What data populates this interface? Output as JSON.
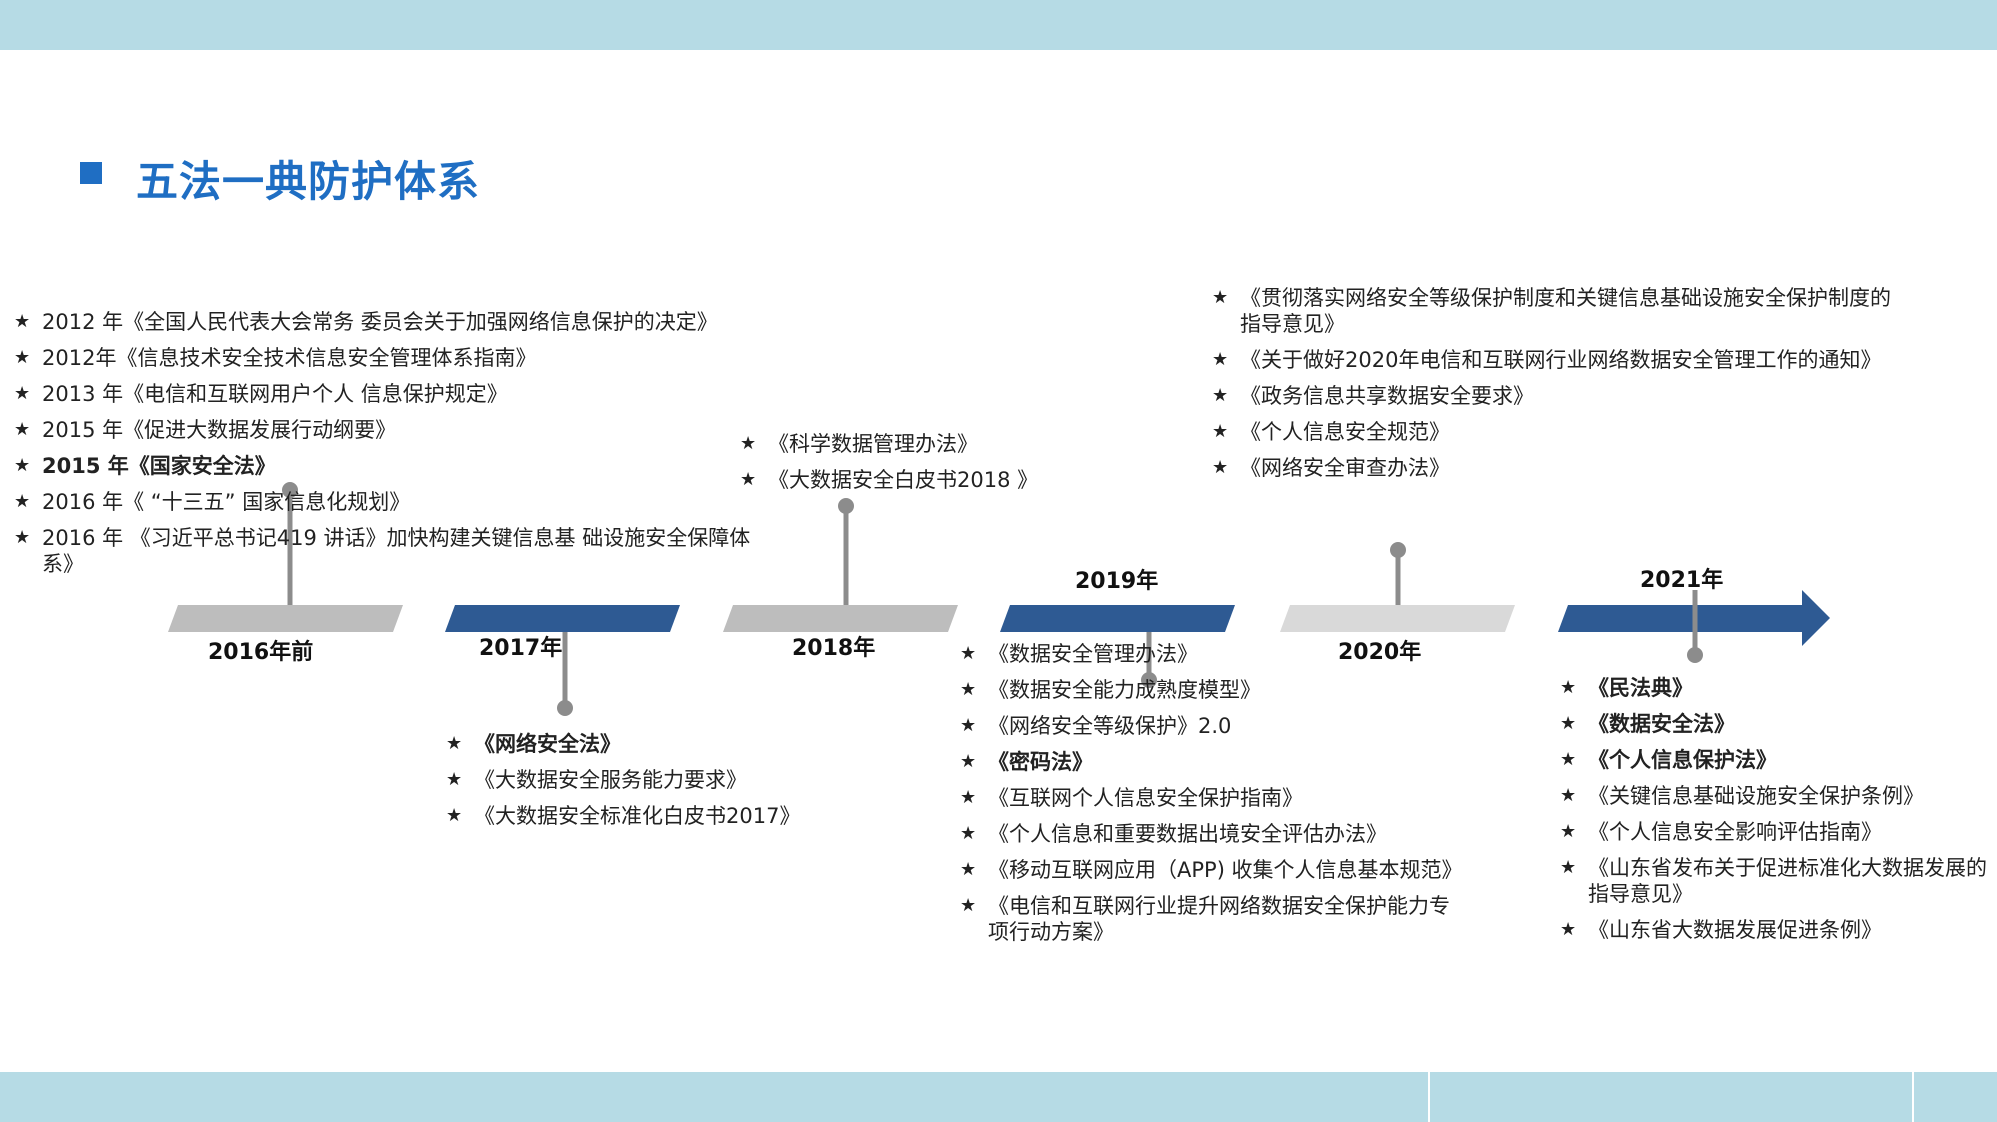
{
  "title": "五法一典防护体系",
  "colors": {
    "band": "#b6dbe5",
    "title": "#1f6ec3",
    "segment_gray": "#bdbdbd",
    "segment_light": "#d9d9d9",
    "segment_blue": "#2e5a93",
    "pin": "#8c8c8c"
  },
  "periods": [
    {
      "label": "2016年前"
    },
    {
      "label": "2017年"
    },
    {
      "label": "2018年"
    },
    {
      "label": "2019年"
    },
    {
      "label": "2020年"
    },
    {
      "label": "2021年"
    }
  ],
  "lists": {
    "pre2016": [
      "2012 年《全国人民代表大会常务 委员会关于加强网络信息保护的决定》",
      "2012年《信息技术安全技术信息安全管理体系指南》",
      "2013 年《电信和互联网用户个人 信息保护规定》",
      "2015 年《促进大数据发展行动纲要》",
      "2015 年《国家安全法》",
      "2016 年《 “十三五” 国家信息化规划》",
      "2016 年 《习近平总书记419 讲话》加快构建关键信息基 础设施安全保障体系》"
    ],
    "y2017": [
      "《网络安全法》",
      "《大数据安全服务能力要求》",
      "《大数据安全标准化白皮书2017》"
    ],
    "y2018": [
      "《科学数据管理办法》",
      "《大数据安全白皮书2018 》"
    ],
    "y2019": [
      "《数据安全管理办法》",
      "《数据安全能力成熟度模型》",
      "《网络安全等级保护》2.0",
      "《密码法》",
      "《互联网个人信息安全保护指南》",
      "《个人信息和重要数据出境安全评估办法》",
      "《移动互联网应用（APP) 收集个人信息基本规范》",
      "《电信和互联网行业提升网络数据安全保护能力专项行动方案》"
    ],
    "y2020": [
      "《贯彻落实网络安全等级保护制度和关键信息基础设施安全保护制度的指导意见》",
      "《关于做好2020年电信和互联网行业网络数据安全管理工作的通知》",
      "《政务信息共享数据安全要求》",
      "《个人信息安全规范》",
      "《网络安全审查办法》"
    ],
    "y2021": [
      "《民法典》",
      "《数据安全法》",
      "《个人信息保护法》",
      "《关键信息基础设施安全保护条例》",
      "《个人信息安全影响评估指南》",
      "《山东省发布关于促进标准化大数据发展的指导意见》",
      "《山东省大数据发展促进条例》"
    ]
  }
}
